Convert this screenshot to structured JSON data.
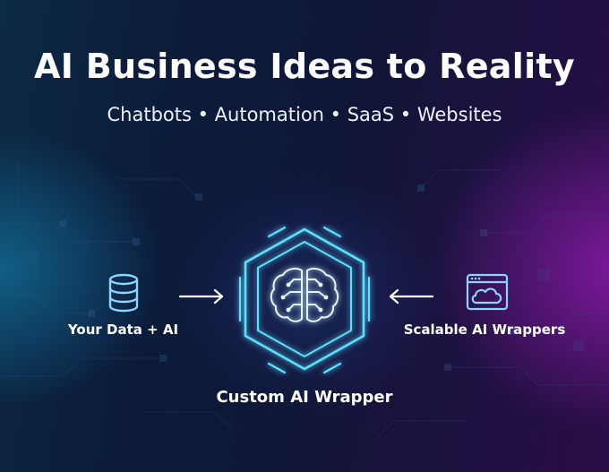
{
  "header": {
    "title": "AI Business Ideas to Reality",
    "subtitle": "Chatbots • Automation • SaaS • Websites"
  },
  "left_node": {
    "label": "Your Data + AI",
    "icon": "database-icon"
  },
  "right_node": {
    "label": "Scalable AI Wrappers",
    "icon": "cloud-browser-icon"
  },
  "center_node": {
    "label": "Custom AI Wrapper",
    "icon": "brain-circuit-icon"
  },
  "colors": {
    "accent_cyan": "#5ce0ff",
    "accent_glow": "#38c8ff",
    "icon_stroke": "#8fd3ff",
    "text": "#ffffff",
    "bg_left": "#0c2a45",
    "bg_right": "#2a0d46"
  }
}
